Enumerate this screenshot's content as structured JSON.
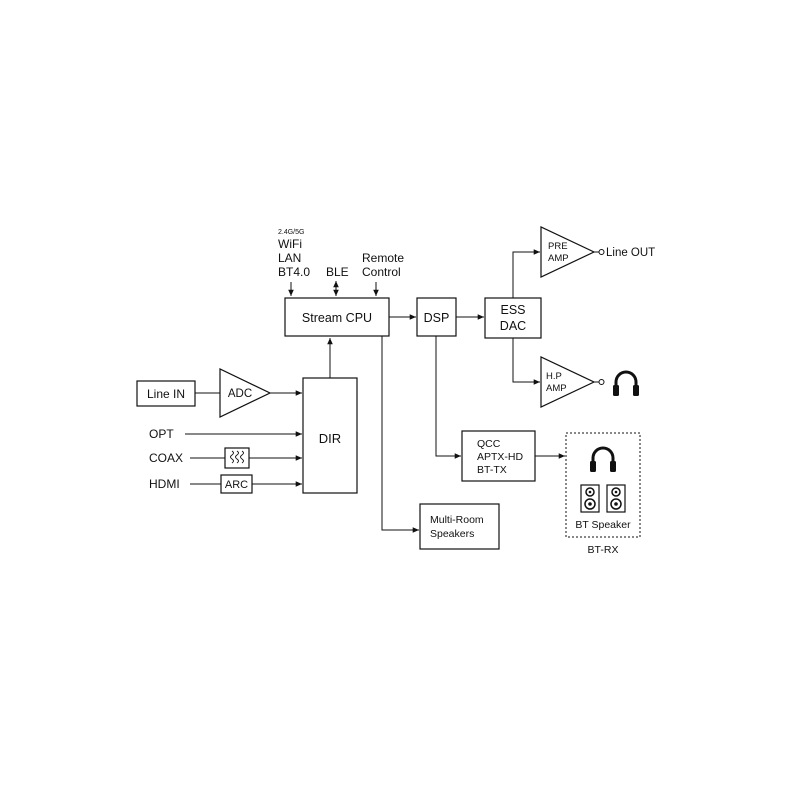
{
  "title": "",
  "inputs": {
    "wireless_note": "2.4G/5G",
    "wifi": "WiFi",
    "lan": "LAN",
    "bt40": "BT4.0",
    "ble": "BLE",
    "remote_line1": "Remote",
    "remote_line2": "Control",
    "line_in": "Line IN",
    "opt": "OPT",
    "coax": "COAX",
    "hdmi": "HDMI"
  },
  "blocks": {
    "adc": "ADC",
    "arc": "ARC",
    "coax_transformer_icon": "transformer-icon",
    "dir": "DIR",
    "stream_cpu": "Stream CPU",
    "dsp": "DSP",
    "ess_dac_line1": "ESS",
    "ess_dac_line2": "DAC",
    "pre_amp_line1": "PRE",
    "pre_amp_line2": "AMP",
    "hp_amp_line1": "H.P",
    "hp_amp_line2": "AMP",
    "bt_codecs": [
      "QCC",
      "APTX-HD",
      "BT-TX"
    ],
    "multiroom_line1": "Multi-Room",
    "multiroom_line2": "Speakers"
  },
  "outputs": {
    "line_out": "Line OUT",
    "headphone_icon": "headphones-icon",
    "bt_speaker": "BT Speaker",
    "bt_rx": "BT-RX",
    "speaker_icon": "speaker-icon"
  },
  "colors": {
    "line": "#111111",
    "background": "#ffffff"
  }
}
